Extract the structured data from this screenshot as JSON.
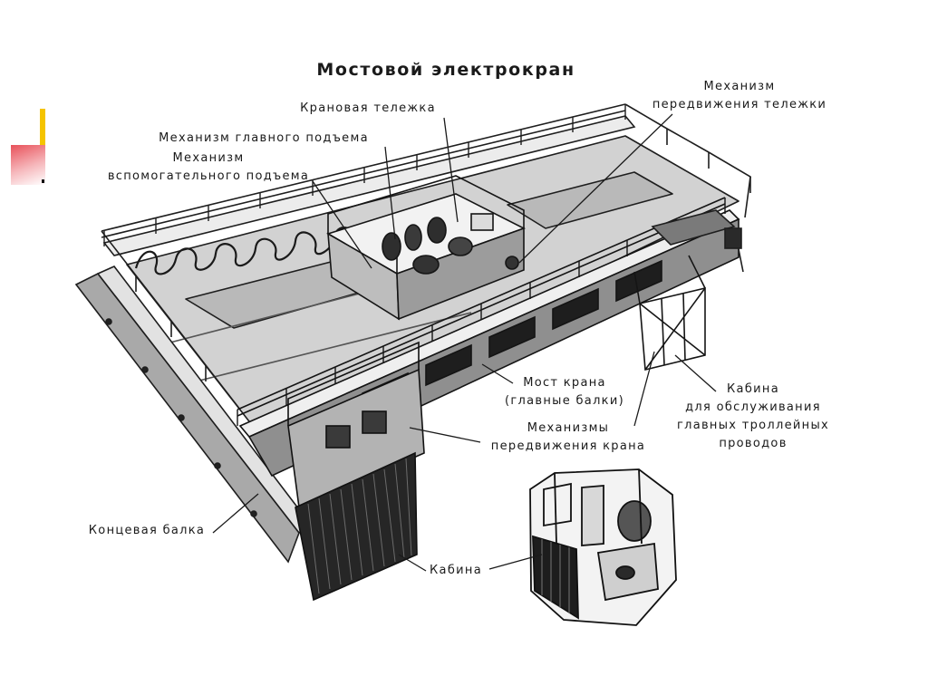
{
  "title": "Мостовой электрокран",
  "labels": {
    "trolley_travel": [
      "Механизм",
      "передвижения  тележки"
    ],
    "trolley": "Крановая тележка",
    "main_hoist": "Механизм главного подъема",
    "aux_hoist": [
      "Механизм",
      "вспомогательного подъема"
    ],
    "bridge": [
      "Мост крана",
      "(главные балки)"
    ],
    "crane_travel": [
      "Механизмы",
      "передвижения крана"
    ],
    "service_cabin": [
      "Кабина",
      "для обслуживания",
      "главных троллейных",
      "проводов"
    ],
    "end_beam": "Концевая балка",
    "cabin": "Кабина"
  },
  "colors": {
    "accent_yellow": "#f5c400",
    "accent_red": "#e8515a",
    "ink": "#1a1a1a",
    "background": "#ffffff"
  }
}
